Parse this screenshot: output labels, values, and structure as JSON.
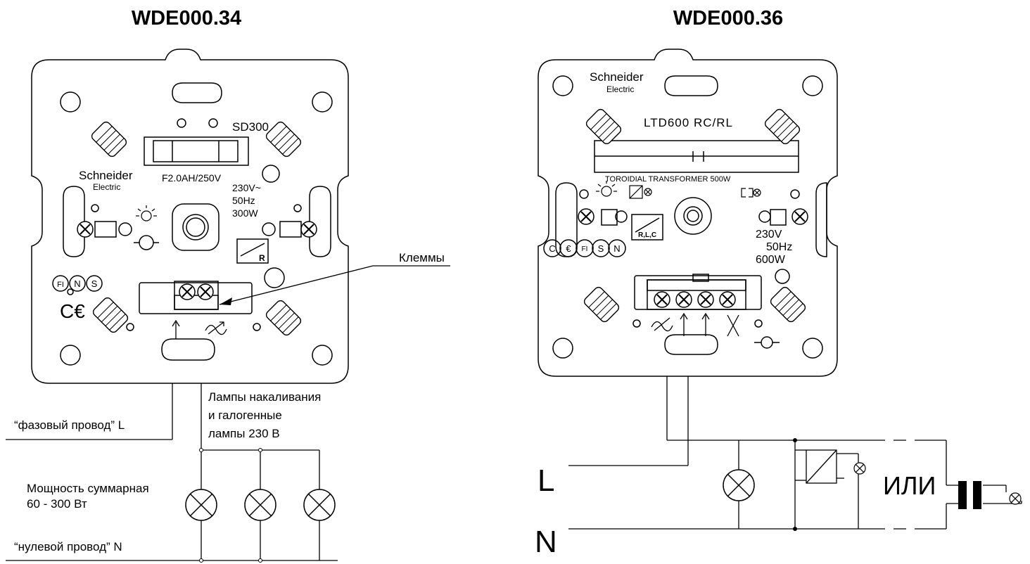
{
  "left": {
    "title": "WDE000.34",
    "brand_line1": "Schneider",
    "brand_line2": "Electric",
    "model": "SD300",
    "fuse": "F2.0AH/250V",
    "rating_v": "230V~",
    "rating_hz": "50Hz",
    "rating_w": "300W",
    "load_symbol": "R",
    "terminals_label": "Клеммы",
    "phase_label": "“фазовый провод” L",
    "lamps_line1": "Лампы накаливания",
    "lamps_line2": "и галогенные",
    "lamps_line3": "лампы 230 В",
    "power_line1": "Мощность суммарная",
    "power_line2": "60 - 300 Вт",
    "neutral_label": "“нулевой провод” N",
    "cert_marks": [
      "FI",
      "N",
      "S"
    ]
  },
  "right": {
    "title": "WDE000.36",
    "brand_line1": "Schneider",
    "brand_line2": "Electric",
    "model": "LTD600  RC/RL",
    "transformer": "TOROIDIAL TRANSFORMER 500W",
    "load_symbol": "R,L,C",
    "rating_v": "230V",
    "rating_hz": "50Hz",
    "rating_w": "600W",
    "cert_marks": [
      "FI",
      "S",
      "N"
    ],
    "or_label": "ИЛИ",
    "l_label": "L",
    "n_label": "N"
  }
}
